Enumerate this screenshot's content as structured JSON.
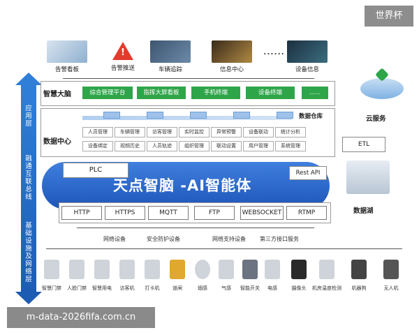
{
  "watermarks": {
    "top_right": "世界杯",
    "bottom_left": "m-data-2026fifa.com.cn"
  },
  "top_outputs": [
    {
      "label": "告警看板"
    },
    {
      "label": "告警推送",
      "icon": "warning-icon"
    },
    {
      "label": "车辆追踪"
    },
    {
      "label": "信息中心"
    },
    {
      "label": "......"
    },
    {
      "label": "设备信息"
    }
  ],
  "left_bar": {
    "segments": [
      {
        "text": "应用层"
      },
      {
        "text": "融通互联总线"
      },
      {
        "text": "基础设施及网络层"
      }
    ],
    "color": "#2f7fd8"
  },
  "brain": {
    "label": "智慧大脑",
    "buttons": [
      "综合管理平台",
      "指挥大屏看板",
      "手机终端",
      "设备终端",
      "......"
    ],
    "color": "#2fa54a"
  },
  "data_center": {
    "label": "数据中心",
    "warehouse_label": "数据仓库",
    "row1": [
      "人员管理",
      "车辆管理",
      "访客管理",
      "实时监控",
      "异常预警",
      "设备联动",
      "统计分析"
    ],
    "row2": [
      "设备绑定",
      "视频历史",
      "人员轨迹",
      "组织管理",
      "联动设置",
      "用户管理",
      "系统管理"
    ]
  },
  "core": {
    "title": "天点智脑 -AI智能体",
    "plc": "PLC",
    "rest_api": "Rest API",
    "color": "#2a66c9"
  },
  "protocols": [
    "HTTP",
    "HTTPS",
    "MQTT",
    "FTP",
    "WEBSOCKET",
    "RTMP"
  ],
  "categories": [
    "网络设备",
    "安全防护设备",
    "网络支持设备",
    "第三方接口服务"
  ],
  "devices": [
    "智慧门禁",
    "人脸门禁",
    "智慧用电",
    "访客机",
    "打卡机",
    "道闸",
    "烟感",
    "气感",
    "智能开关",
    "电感",
    "摄像头",
    "机房温度检测",
    "机器狗",
    "无人机"
  ],
  "right_side": {
    "cloud_label": "云服务",
    "etl": "ETL",
    "lake_label": "数据湖"
  }
}
